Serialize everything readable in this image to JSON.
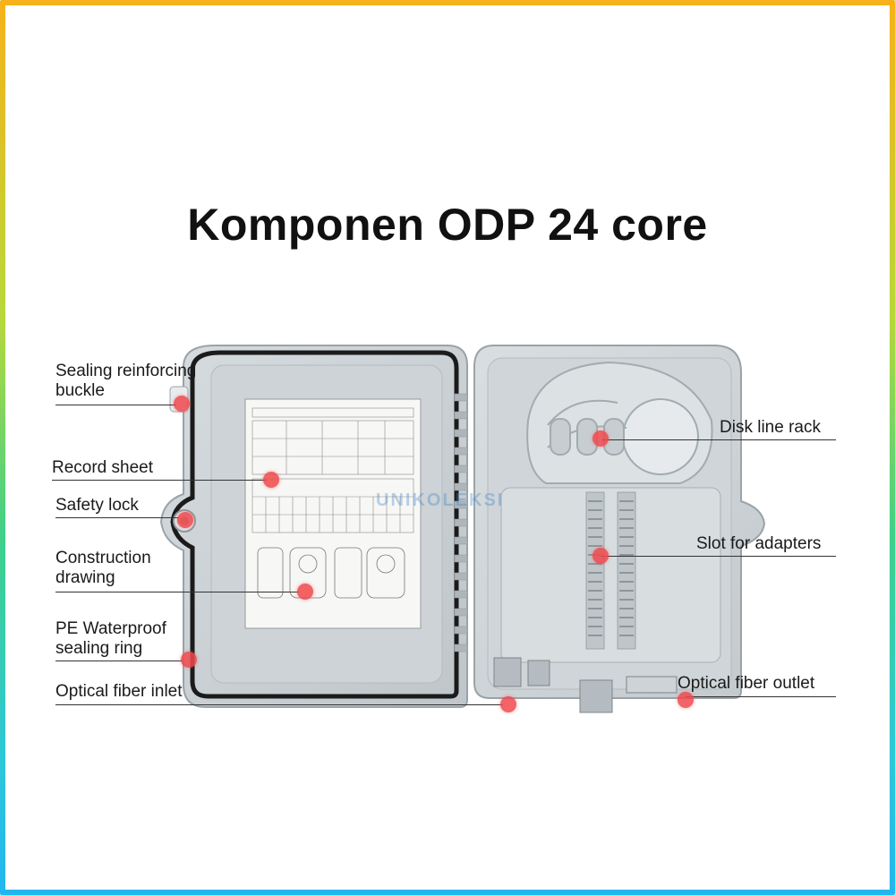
{
  "title": "Komponen ODP 24 core",
  "watermark": "UNIKOLEKSI",
  "labels": {
    "sealing_buckle": [
      "Sealing reinforcing",
      "buckle"
    ],
    "record_sheet": "Record sheet",
    "safety_lock": "Safety lock",
    "construction_drawing": [
      "Construction",
      "drawing"
    ],
    "pe_ring": [
      "PE Waterproof",
      "sealing ring"
    ],
    "fiber_inlet": "Optical fiber inlet",
    "disk_rack": "Disk line rack",
    "adapter_slot": "Slot for adapters",
    "fiber_outlet": "Optical fiber outlet"
  },
  "colors": {
    "accent_dot": "#f0494d",
    "box_body": "#c9cfd3",
    "gasket": "#1b1b1b"
  }
}
